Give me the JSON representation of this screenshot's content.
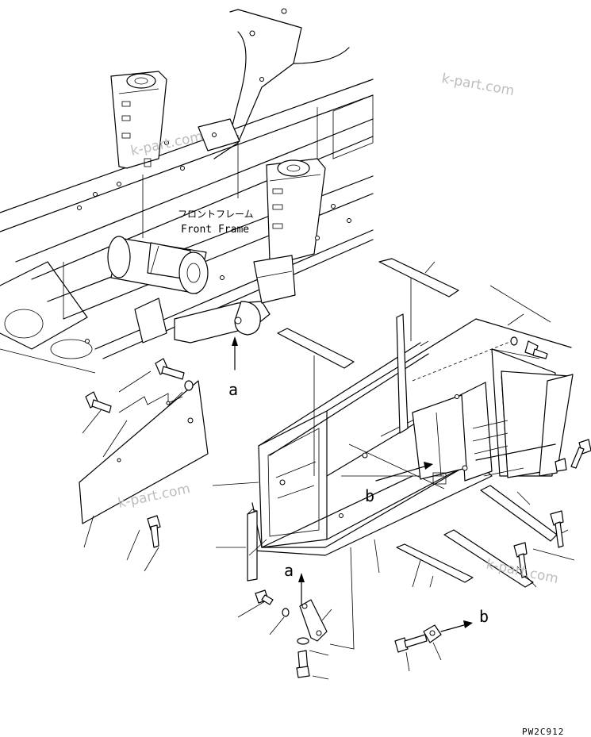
{
  "frame_label": {
    "japanese": "フロントフレーム",
    "english": "Front Frame"
  },
  "view_markers": {
    "a_top": "a",
    "a_bottom": "a",
    "b_mid": "b",
    "b_right": "b"
  },
  "drawing_number": "PW2C912",
  "watermarks": [
    "k-part.com",
    "k-part.com",
    "k-part.com",
    "k-part.com"
  ]
}
